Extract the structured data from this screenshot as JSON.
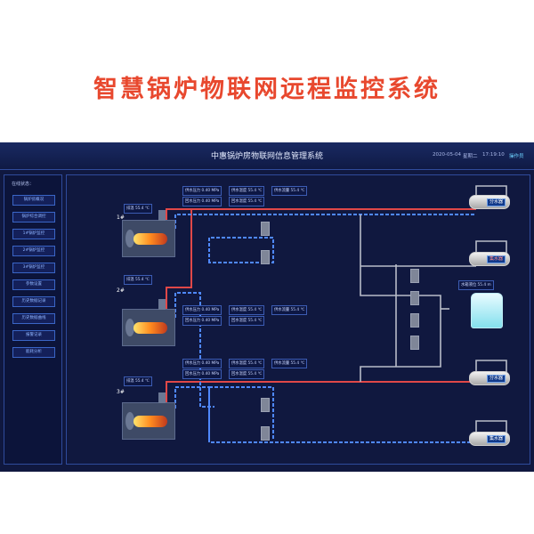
{
  "banner_title": "智慧锅炉物联网远程监控系统",
  "header": {
    "title": "中惠锅炉房物联网信息管理系统",
    "date": "2020-05-04",
    "weekday": "星期二",
    "time": "17:19:10",
    "user": "操作员"
  },
  "sidebar": {
    "title": "在线状态：",
    "items": [
      "锅炉房概况",
      "锅炉综合调控",
      "1#锅炉监控",
      "2#锅炉监控",
      "3#锅炉监控",
      "参数设置",
      "历史数据记录",
      "历史数据曲线",
      "报警记录",
      "能耗分析"
    ]
  },
  "boilers": [
    {
      "label": "1#",
      "exhaust": "排温 55.4 ℃",
      "stats": [
        "供水压力 0.40 MPa",
        "供水温度 55.4 ℃",
        "供水流量 55.4 ℃",
        "回水压力 0.40 MPa",
        "回水温度 55.4 ℃"
      ]
    },
    {
      "label": "2#",
      "exhaust": "排温 55.4 ℃",
      "stats": [
        "供水压力 0.40 MPa",
        "供水温度 55.4 ℃",
        "供水流量 55.4 ℃",
        "回水压力 0.40 MPa",
        "回水温度 55.4 ℃"
      ]
    },
    {
      "label": "3#",
      "exhaust": "排温 55.4 ℃",
      "stats": [
        "供水压力 0.40 MPa",
        "供水温度 55.4 ℃",
        "供水流量 55.4 ℃",
        "回水压力 0.40 MPa",
        "回水温度 55.4 ℃"
      ]
    }
  ],
  "water_tank": {
    "label": "水箱液位 55.4 m"
  },
  "tanks": {
    "dist1": "分水器",
    "coll1": "集水器",
    "dist2": "分水器",
    "coll2": "集水器"
  },
  "colors": {
    "supply_pipe": "#e04848",
    "return_pipe": "#4f88ff",
    "background": "#10183f",
    "banner": "#e8482e"
  }
}
